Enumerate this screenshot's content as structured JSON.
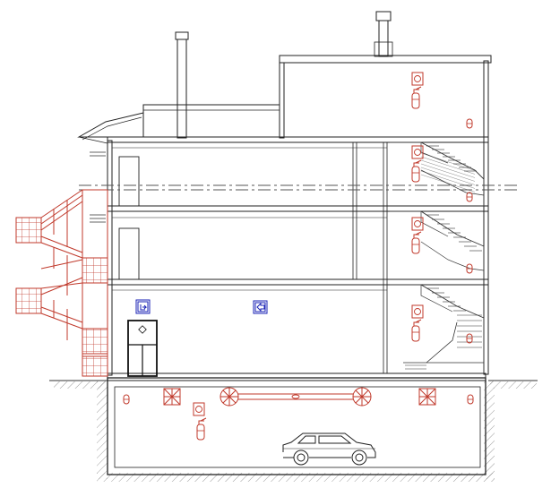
{
  "drawing": {
    "type": "building cross-section",
    "colors": {
      "line": "#222222",
      "fire_equipment": "#c0392b",
      "signage": "#1a22b5",
      "axis": "#555555",
      "ground_hatch": "#777777"
    },
    "floors_above_ground": 3,
    "basement_levels": 1,
    "external_fire_stair": {
      "flights": 6,
      "color": "fire_equipment"
    },
    "internal_spiral_stair": {
      "landings": 4
    },
    "symbols": {
      "fire_extinguishers": 5,
      "emergency_lights": 6,
      "smoke_fans": 2,
      "smoke_dampers": 2,
      "emergency_exit_signs": 1,
      "direction_signs": 1,
      "cars": 1,
      "chimneys": 2
    }
  }
}
